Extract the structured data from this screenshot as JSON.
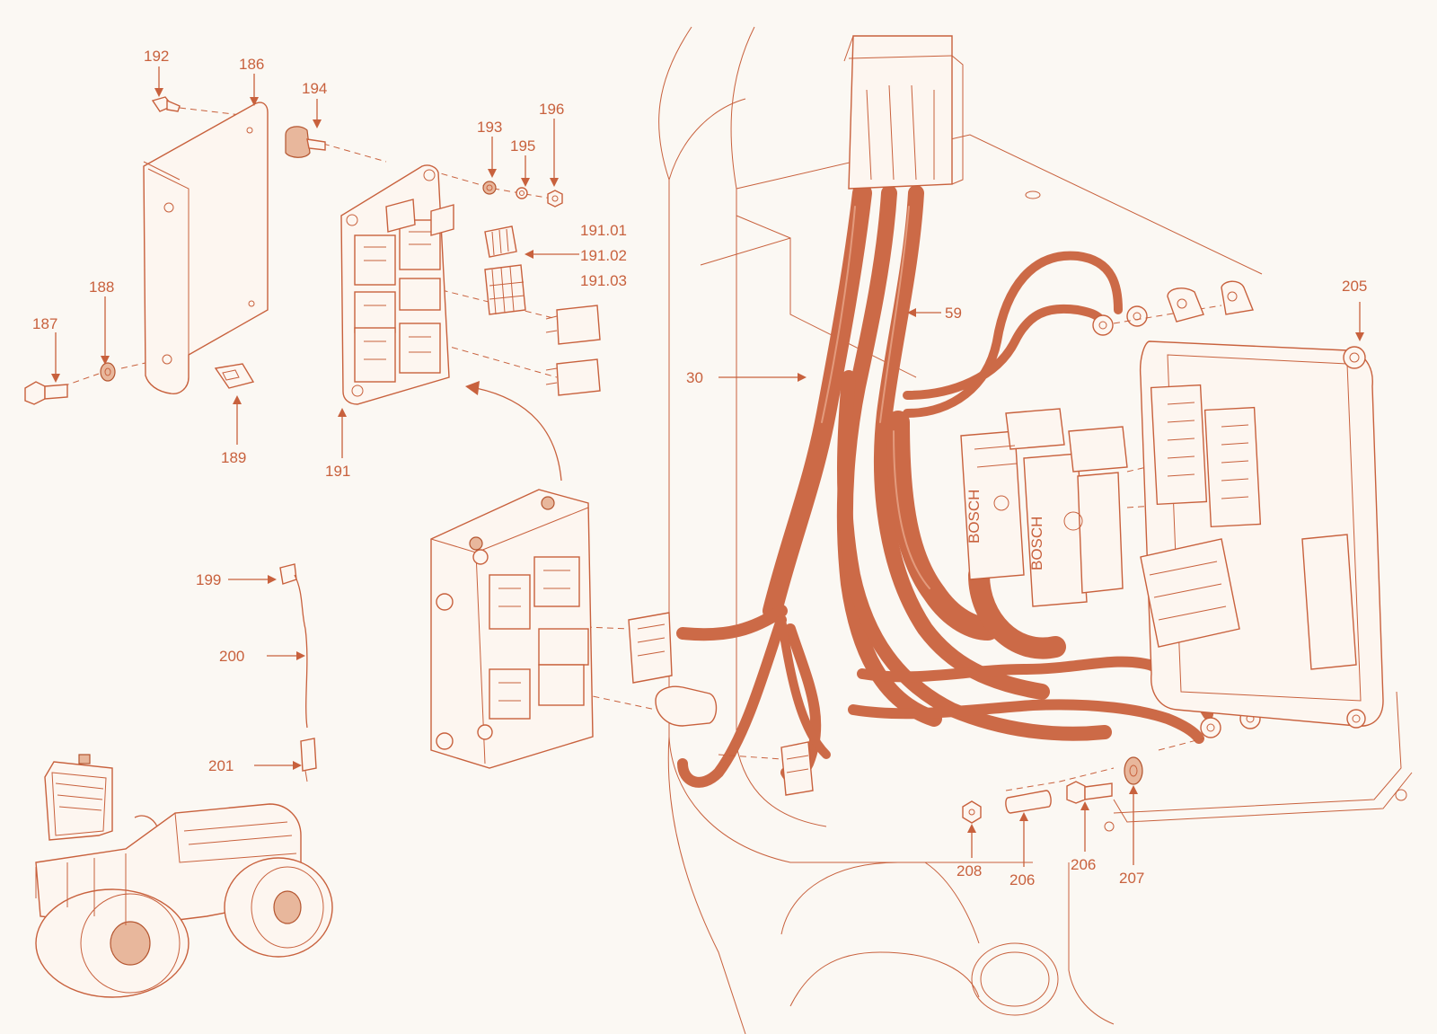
{
  "colors": {
    "background": "#fbf8f3",
    "line": "#c8613d",
    "harness": "#cc6a47"
  },
  "callouts": [
    {
      "id": "192",
      "text": "192"
    },
    {
      "id": "186",
      "text": "186"
    },
    {
      "id": "194",
      "text": "194"
    },
    {
      "id": "193",
      "text": "193"
    },
    {
      "id": "195",
      "text": "195"
    },
    {
      "id": "196",
      "text": "196"
    },
    {
      "id": "191.01",
      "text": "191.01"
    },
    {
      "id": "191.02",
      "text": "191.02"
    },
    {
      "id": "191.03",
      "text": "191.03"
    },
    {
      "id": "188",
      "text": "188"
    },
    {
      "id": "187",
      "text": "187"
    },
    {
      "id": "189",
      "text": "189"
    },
    {
      "id": "191",
      "text": "191"
    },
    {
      "id": "59",
      "text": "59"
    },
    {
      "id": "30",
      "text": "30"
    },
    {
      "id": "205",
      "text": "205"
    },
    {
      "id": "199",
      "text": "199"
    },
    {
      "id": "200",
      "text": "200"
    },
    {
      "id": "201",
      "text": "201"
    },
    {
      "id": "208",
      "text": "208"
    },
    {
      "id": "206a",
      "text": "206"
    },
    {
      "id": "206b",
      "text": "206"
    },
    {
      "id": "207",
      "text": "207"
    }
  ],
  "connector_brand": "BOSCH"
}
